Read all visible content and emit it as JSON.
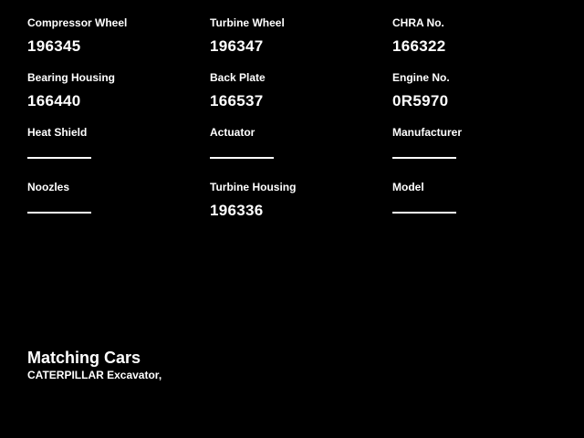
{
  "colors": {
    "background": "#000000",
    "text": "#ffffff"
  },
  "specs": [
    {
      "label": "Compressor Wheel",
      "value": "196345"
    },
    {
      "label": "Turbine Wheel",
      "value": "196347"
    },
    {
      "label": "CHRA No.",
      "value": "166322"
    },
    {
      "label": "Bearing Housing",
      "value": "166440"
    },
    {
      "label": "Back Plate",
      "value": "166537"
    },
    {
      "label": "Engine No.",
      "value": "0R5970"
    },
    {
      "label": "Heat Shield",
      "value": ""
    },
    {
      "label": "Actuator",
      "value": ""
    },
    {
      "label": "Manufacturer",
      "value": ""
    },
    {
      "label": "Noozles",
      "value": ""
    },
    {
      "label": "Turbine Housing",
      "value": "196336"
    },
    {
      "label": "Model",
      "value": ""
    }
  ],
  "matching": {
    "title": "Matching Cars",
    "text": "CATERPILLAR Excavator,"
  }
}
